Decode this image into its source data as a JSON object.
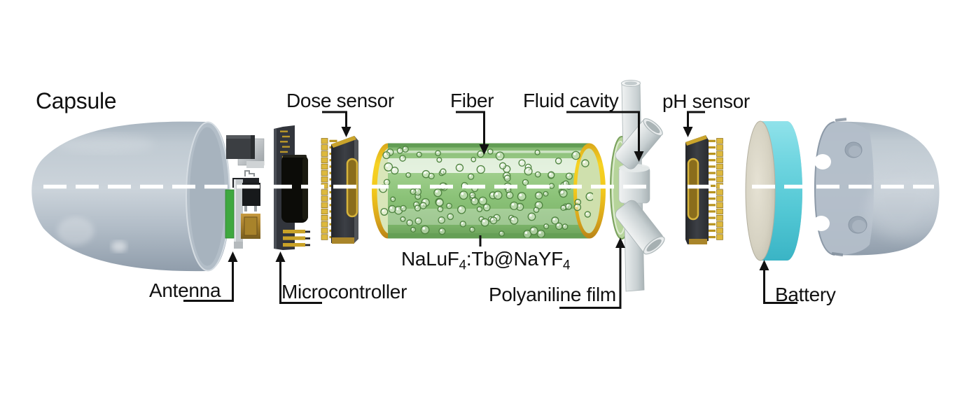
{
  "figure": {
    "background": "#ffffff",
    "centerline_color": "#ffffff"
  },
  "labels": {
    "capsule": "Capsule",
    "antenna": "Antenna",
    "microcontroller": "Microcontroller",
    "dose_sensor": "Dose sensor",
    "fiber": "Fiber",
    "fluid_cavity": "Fluid cavity",
    "ph_sensor": "pH sensor",
    "polyaniline_film": "Polyaniline film",
    "battery": "Battery",
    "phosphor": {
      "full": "NaLuF₄:Tb@NaYF₄",
      "p1": "NaLuF",
      "sub1": "4",
      "p2": ":Tb@NaYF",
      "sub2": "4"
    }
  },
  "colors": {
    "capsule_shell": "#b7c2cc",
    "fiber_body_green": "#8fc47c",
    "fiber_cap_yellow": "#f2c81c",
    "bubble_outline_green": "#4f8440",
    "pcb_green": "#3fa83f",
    "chip_dark": "#2f3339",
    "pin_gold": "#ddb93e",
    "pin_gold_dark": "#8a6d1c",
    "battery_rim_cyan": "#5fcbd8",
    "battery_face": "#d8d4c5",
    "tube_gray": "#d4dadb",
    "film_green": "#9cc37e",
    "label_text": "#111111"
  }
}
